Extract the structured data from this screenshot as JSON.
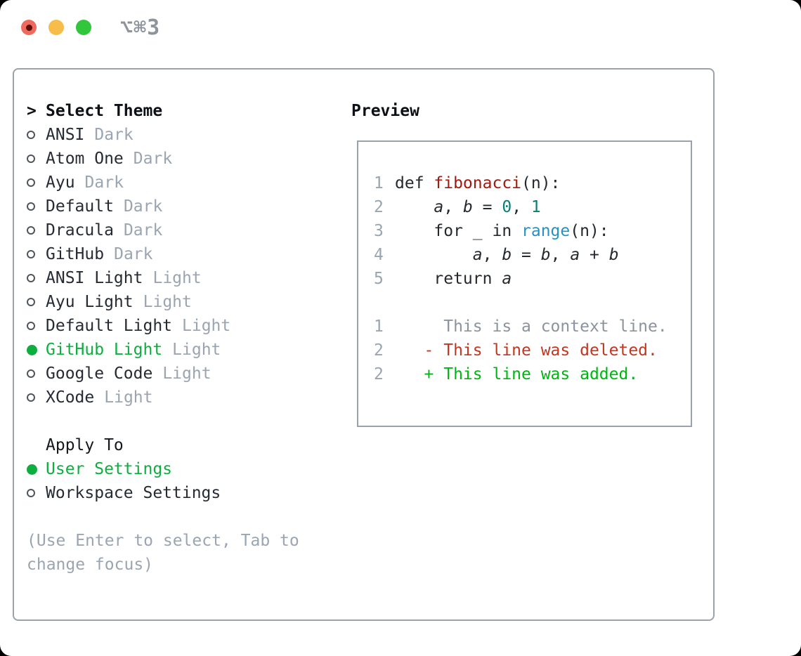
{
  "titlebar": {
    "title": "⌥⌘3"
  },
  "theme_list": {
    "cursor": ">",
    "header": "Select Theme",
    "items": [
      {
        "name": "ANSI",
        "variant": "Dark",
        "selected": false
      },
      {
        "name": "Atom One",
        "variant": "Dark",
        "selected": false
      },
      {
        "name": "Ayu",
        "variant": "Dark",
        "selected": false
      },
      {
        "name": "Default",
        "variant": "Dark",
        "selected": false
      },
      {
        "name": "Dracula",
        "variant": "Dark",
        "selected": false
      },
      {
        "name": "GitHub",
        "variant": "Dark",
        "selected": false
      },
      {
        "name": "ANSI Light",
        "variant": "Light",
        "selected": false
      },
      {
        "name": "Ayu Light",
        "variant": "Light",
        "selected": false
      },
      {
        "name": "Default Light",
        "variant": "Light",
        "selected": false
      },
      {
        "name": "GitHub Light",
        "variant": "Light",
        "selected": true
      },
      {
        "name": "Google Code",
        "variant": "Light",
        "selected": false
      },
      {
        "name": "XCode",
        "variant": "Light",
        "selected": false
      }
    ]
  },
  "apply_to": {
    "header": "Apply To",
    "options": [
      {
        "label": "User Settings",
        "selected": true
      },
      {
        "label": "Workspace Settings",
        "selected": false
      }
    ]
  },
  "hint": "(Use Enter to select, Tab to change focus)",
  "preview": {
    "header": "Preview",
    "code_lines": [
      {
        "num": "1",
        "tokens": [
          {
            "t": "def ",
            "c": "p"
          },
          {
            "t": "fibonacci",
            "c": "f"
          },
          {
            "t": "(n):",
            "c": "p"
          }
        ]
      },
      {
        "num": "2",
        "tokens": [
          {
            "t": "    ",
            "c": "p"
          },
          {
            "t": "a",
            "c": "v"
          },
          {
            "t": ", ",
            "c": "p"
          },
          {
            "t": "b",
            "c": "v"
          },
          {
            "t": " = ",
            "c": "p"
          },
          {
            "t": "0",
            "c": "n"
          },
          {
            "t": ", ",
            "c": "p"
          },
          {
            "t": "1",
            "c": "n"
          }
        ]
      },
      {
        "num": "3",
        "tokens": [
          {
            "t": "    for _ in ",
            "c": "p"
          },
          {
            "t": "range",
            "c": "b"
          },
          {
            "t": "(n):",
            "c": "p"
          }
        ]
      },
      {
        "num": "4",
        "tokens": [
          {
            "t": "        ",
            "c": "p"
          },
          {
            "t": "a",
            "c": "v"
          },
          {
            "t": ", ",
            "c": "p"
          },
          {
            "t": "b",
            "c": "v"
          },
          {
            "t": " = ",
            "c": "p"
          },
          {
            "t": "b",
            "c": "v"
          },
          {
            "t": ", ",
            "c": "p"
          },
          {
            "t": "a",
            "c": "v"
          },
          {
            "t": " + ",
            "c": "p"
          },
          {
            "t": "b",
            "c": "v"
          }
        ]
      },
      {
        "num": "5",
        "tokens": [
          {
            "t": "    return ",
            "c": "p"
          },
          {
            "t": "a",
            "c": "v"
          }
        ]
      }
    ],
    "diff_lines": [
      {
        "num": "1",
        "text": "     This is a context line.",
        "type": "context"
      },
      {
        "num": "2",
        "text": "   - This line was deleted.",
        "type": "deleted"
      },
      {
        "num": "2",
        "text": "   + This line was added.",
        "type": "added"
      }
    ]
  },
  "colors": {
    "selection_green": "#0dad3f",
    "added_green": "#00b412",
    "deleted_red": "#c2361f",
    "function_red": "#a11a0d",
    "number_teal": "#0c7d75",
    "builtin_blue": "#2691c6",
    "muted_gray": "#9aa5b1",
    "text_dark": "#262b33",
    "border_gray": "#9aa3ad"
  }
}
